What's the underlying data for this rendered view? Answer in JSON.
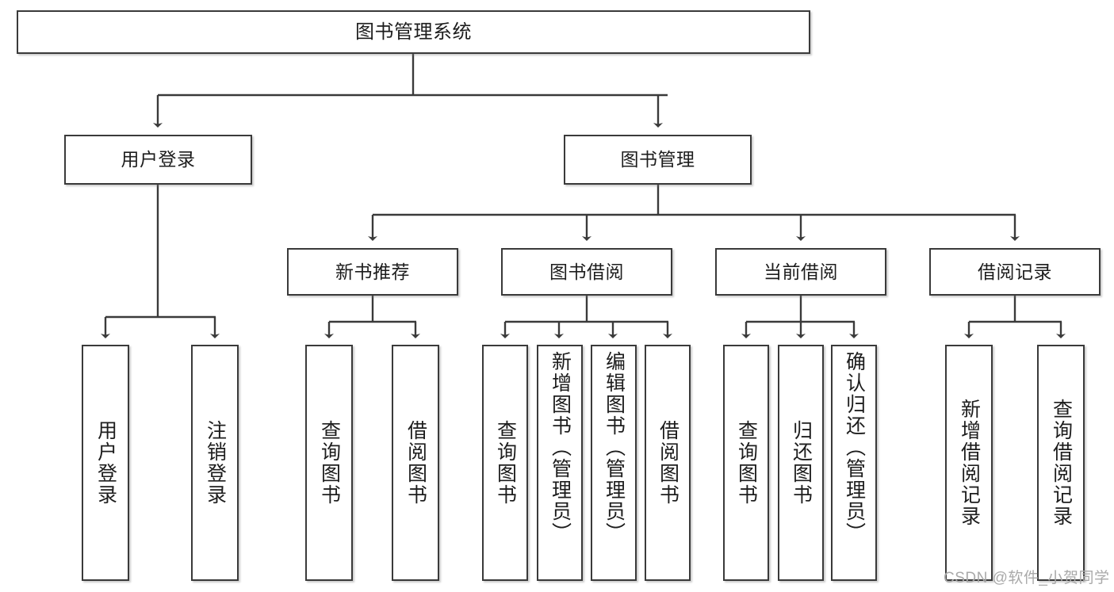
{
  "diagram": {
    "title": "图书管理系统",
    "type": "tree-hierarchy-diagram",
    "root": {
      "label": "图书管理系统"
    },
    "level2": [
      {
        "label": "用户登录"
      },
      {
        "label": "图书管理"
      }
    ],
    "level3": [
      {
        "label": "新书推荐"
      },
      {
        "label": "图书借阅"
      },
      {
        "label": "当前借阅"
      },
      {
        "label": "借阅记录"
      }
    ],
    "leaves": {
      "user_login": [
        {
          "label": "用户登录"
        },
        {
          "label": "注销登录"
        }
      ],
      "new_book_recommend": [
        {
          "label": "查询图书"
        },
        {
          "label": "借阅图书"
        }
      ],
      "book_borrow": [
        {
          "label": "查询图书"
        },
        {
          "label": "新增图书（管理员）"
        },
        {
          "label": "编辑图书（管理员）"
        },
        {
          "label": "借阅图书"
        }
      ],
      "current_borrow": [
        {
          "label": "查询图书"
        },
        {
          "label": "归还图书"
        },
        {
          "label": "确认归还（管理员）"
        }
      ],
      "borrow_record": [
        {
          "label": "新增借阅记录"
        },
        {
          "label": "查询借阅记录"
        }
      ]
    }
  },
  "watermark": {
    "text": "CSDN @软件_小贺同学"
  },
  "colors": {
    "border": "#3a3a3a",
    "background": "#ffffff",
    "text": "#1d1d1d",
    "watermark": "#a9a9a9"
  }
}
